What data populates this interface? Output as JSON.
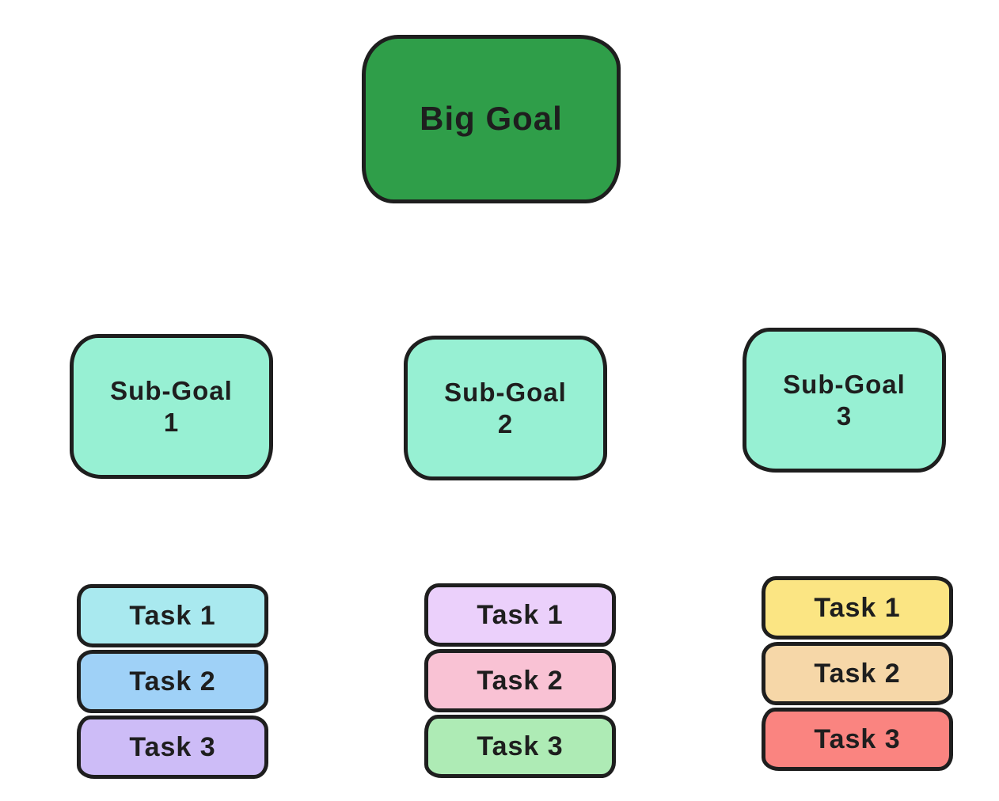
{
  "diagram": {
    "stroke_color": "#1e1e1e",
    "background": "#ffffff",
    "big_goal": {
      "label": "Big Goal",
      "fill": "#2f9e49"
    },
    "sub_goals": [
      {
        "line1": "Sub-Goal",
        "line2": "1",
        "fill": "#97f0d3"
      },
      {
        "line1": "Sub-Goal",
        "line2": "2",
        "fill": "#97f0d3"
      },
      {
        "line1": "Sub-Goal",
        "line2": "3",
        "fill": "#97f0d3"
      }
    ],
    "task_stacks": [
      {
        "tasks": [
          {
            "label": "Task 1",
            "fill": "#a9e9ef"
          },
          {
            "label": "Task 2",
            "fill": "#9fd1f7"
          },
          {
            "label": "Task 3",
            "fill": "#cdbcf7"
          }
        ]
      },
      {
        "tasks": [
          {
            "label": "Task 1",
            "fill": "#ebd0fb"
          },
          {
            "label": "Task 2",
            "fill": "#f9c2d4"
          },
          {
            "label": "Task 3",
            "fill": "#aeebb5"
          }
        ]
      },
      {
        "tasks": [
          {
            "label": "Task 1",
            "fill": "#fbe583"
          },
          {
            "label": "Task 2",
            "fill": "#f6d7a8"
          },
          {
            "label": "Task 3",
            "fill": "#fa8480"
          }
        ]
      }
    ]
  }
}
